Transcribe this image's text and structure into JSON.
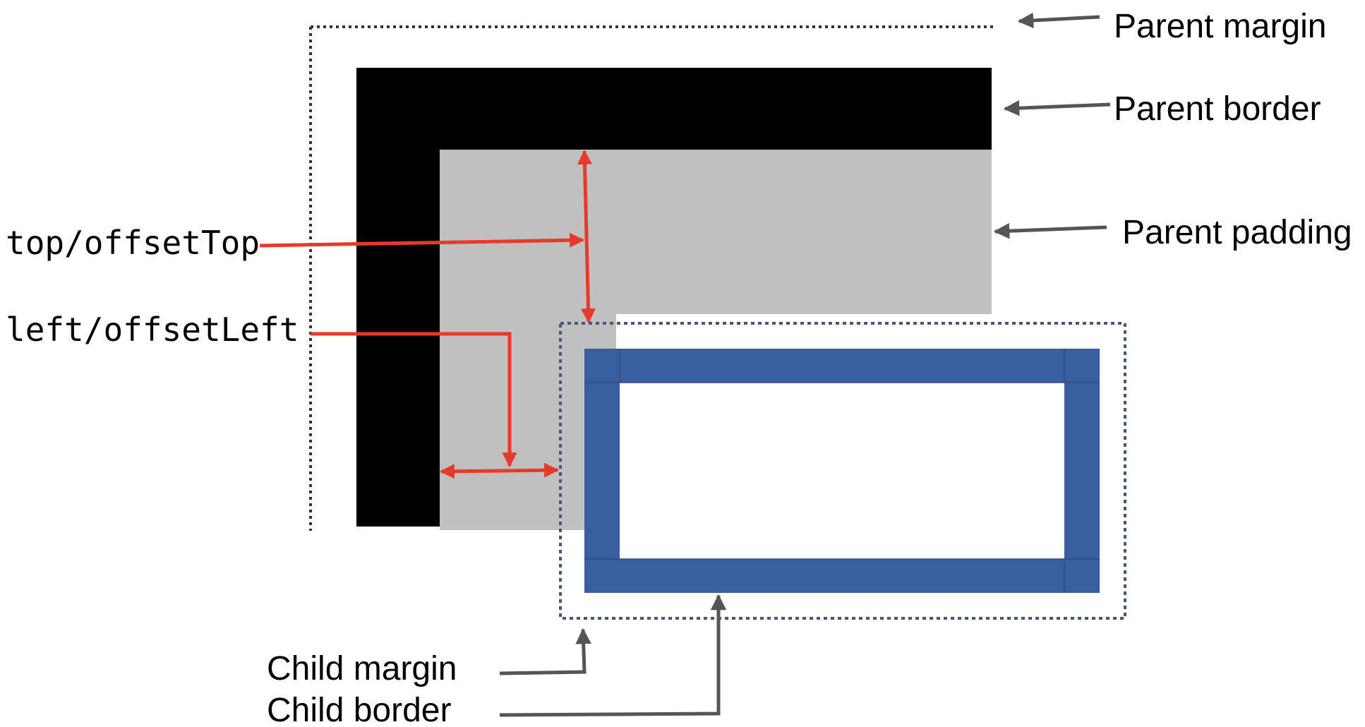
{
  "labels": {
    "parent_margin": "Parent margin",
    "parent_border": "Parent border",
    "parent_padding": "Parent padding",
    "top_offset": "top/offsetTop",
    "left_offset": "left/offsetLeft",
    "child_margin": "Child margin",
    "child_border": "Child border"
  },
  "colors": {
    "parent_border": "#000000",
    "parent_padding": "#c0c0c0",
    "child_border": "#3a5fa0",
    "child_margin_outline": "#44597a",
    "offset_arrows": "#e8392a",
    "callout_arrows": "#555555",
    "parent_margin_outline": "#333333"
  }
}
